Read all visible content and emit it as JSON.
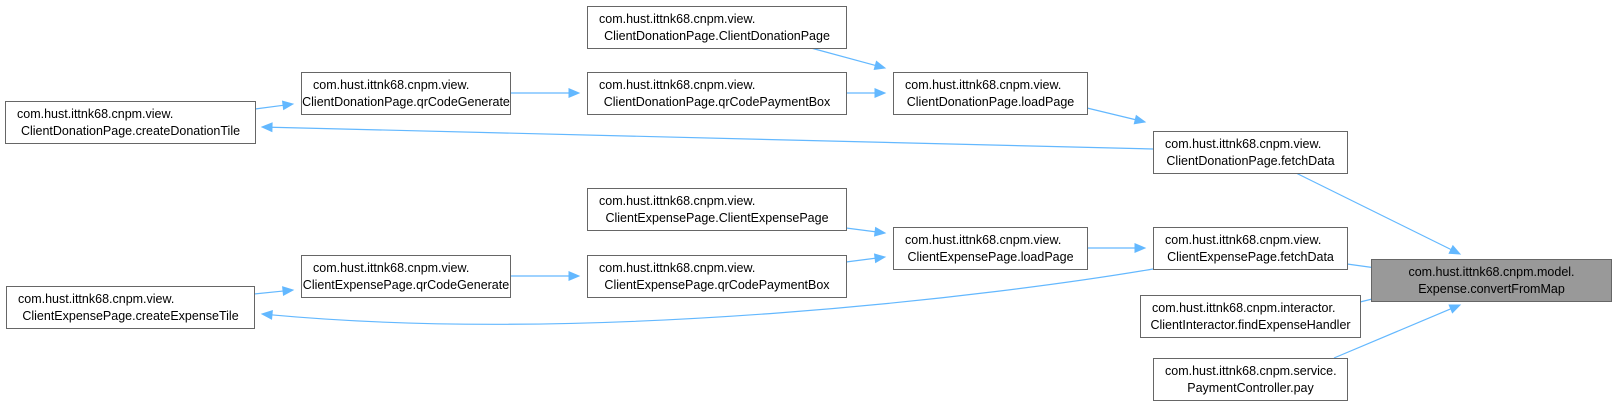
{
  "graph": {
    "nodes": [
      {
        "id": "n0",
        "line1": "com.hust.ittnk68.cnpm.model.",
        "line2": "Expense.convertFromMap",
        "focus": true
      },
      {
        "id": "n1",
        "line1": "com.hust.ittnk68.cnpm.view.",
        "line2": "ClientDonationPage.fetchData"
      },
      {
        "id": "n2",
        "line1": "com.hust.ittnk68.cnpm.view.",
        "line2": "ClientDonationPage.loadPage"
      },
      {
        "id": "n3",
        "line1": "com.hust.ittnk68.cnpm.view.",
        "line2": "ClientDonationPage.ClientDonationPage"
      },
      {
        "id": "n4",
        "line1": "com.hust.ittnk68.cnpm.view.",
        "line2": "ClientDonationPage.qrCodePaymentBox"
      },
      {
        "id": "n5",
        "line1": "com.hust.ittnk68.cnpm.view.",
        "line2": "ClientDonationPage.qrCodeGenerate"
      },
      {
        "id": "n6",
        "line1": "com.hust.ittnk68.cnpm.view.",
        "line2": "ClientDonationPage.createDonationTile"
      },
      {
        "id": "n7",
        "line1": "com.hust.ittnk68.cnpm.view.",
        "line2": "ClientExpensePage.fetchData"
      },
      {
        "id": "n8",
        "line1": "com.hust.ittnk68.cnpm.view.",
        "line2": "ClientExpensePage.loadPage"
      },
      {
        "id": "n9",
        "line1": "com.hust.ittnk68.cnpm.view.",
        "line2": "ClientExpensePage.ClientExpensePage"
      },
      {
        "id": "n10",
        "line1": "com.hust.ittnk68.cnpm.view.",
        "line2": "ClientExpensePage.qrCodePaymentBox"
      },
      {
        "id": "n11",
        "line1": "com.hust.ittnk68.cnpm.view.",
        "line2": "ClientExpensePage.qrCodeGenerate"
      },
      {
        "id": "n12",
        "line1": "com.hust.ittnk68.cnpm.view.",
        "line2": "ClientExpensePage.createExpenseTile"
      },
      {
        "id": "n13",
        "line1": "com.hust.ittnk68.cnpm.interactor.",
        "line2": "ClientInteractor.findExpenseHandler"
      },
      {
        "id": "n14",
        "line1": "com.hust.ittnk68.cnpm.service.",
        "line2": "PaymentController.pay"
      }
    ],
    "edges": [
      {
        "from": "n1",
        "to": "n0"
      },
      {
        "from": "n7",
        "to": "n0"
      },
      {
        "from": "n13",
        "to": "n0"
      },
      {
        "from": "n14",
        "to": "n0"
      },
      {
        "from": "n2",
        "to": "n1"
      },
      {
        "from": "n1",
        "to": "n6"
      },
      {
        "from": "n3",
        "to": "n2"
      },
      {
        "from": "n4",
        "to": "n2"
      },
      {
        "from": "n5",
        "to": "n4"
      },
      {
        "from": "n6",
        "to": "n5"
      },
      {
        "from": "n8",
        "to": "n7"
      },
      {
        "from": "n7",
        "to": "n12"
      },
      {
        "from": "n9",
        "to": "n8"
      },
      {
        "from": "n10",
        "to": "n8"
      },
      {
        "from": "n11",
        "to": "n10"
      },
      {
        "from": "n12",
        "to": "n11"
      }
    ],
    "colors": {
      "edge": "#63b8ff",
      "focus_fill": "#999999",
      "border": "#666666"
    }
  }
}
